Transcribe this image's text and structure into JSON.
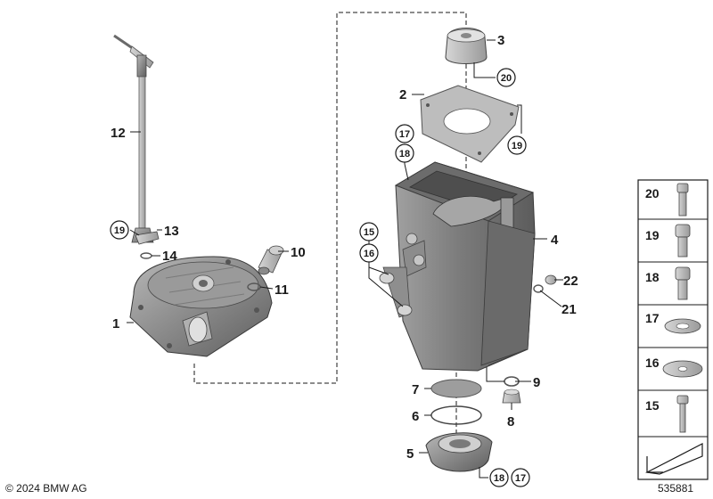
{
  "callouts": {
    "p1": "1",
    "p2": "2",
    "p3": "3",
    "p4": "4",
    "p5": "5",
    "p6": "6",
    "p7": "7",
    "p8": "8",
    "p9": "9",
    "p10": "10",
    "p11": "11",
    "p12": "12",
    "p13": "13",
    "p14": "14",
    "p21": "21",
    "p22": "22",
    "c15": "15",
    "c16": "16",
    "c17a": "17",
    "c18a": "18",
    "c19a": "19",
    "c19b": "19",
    "c20": "20",
    "c18b": "18",
    "c17b": "17"
  },
  "legend": [
    {
      "num": "20",
      "part": "bolt-long"
    },
    {
      "num": "19",
      "part": "bolt-short"
    },
    {
      "num": "18",
      "part": "bolt-medium"
    },
    {
      "num": "17",
      "part": "washer-small"
    },
    {
      "num": "16",
      "part": "washer-large"
    },
    {
      "num": "15",
      "part": "screw-thin"
    }
  ],
  "footer": {
    "copyright": "© 2024 BMW AG",
    "diagram_id": "535881"
  },
  "colors": {
    "part_metal": "#8c8c8c",
    "part_dark": "#5a5a5a",
    "part_light": "#c4c4c4",
    "line": "#1a1a1a"
  }
}
